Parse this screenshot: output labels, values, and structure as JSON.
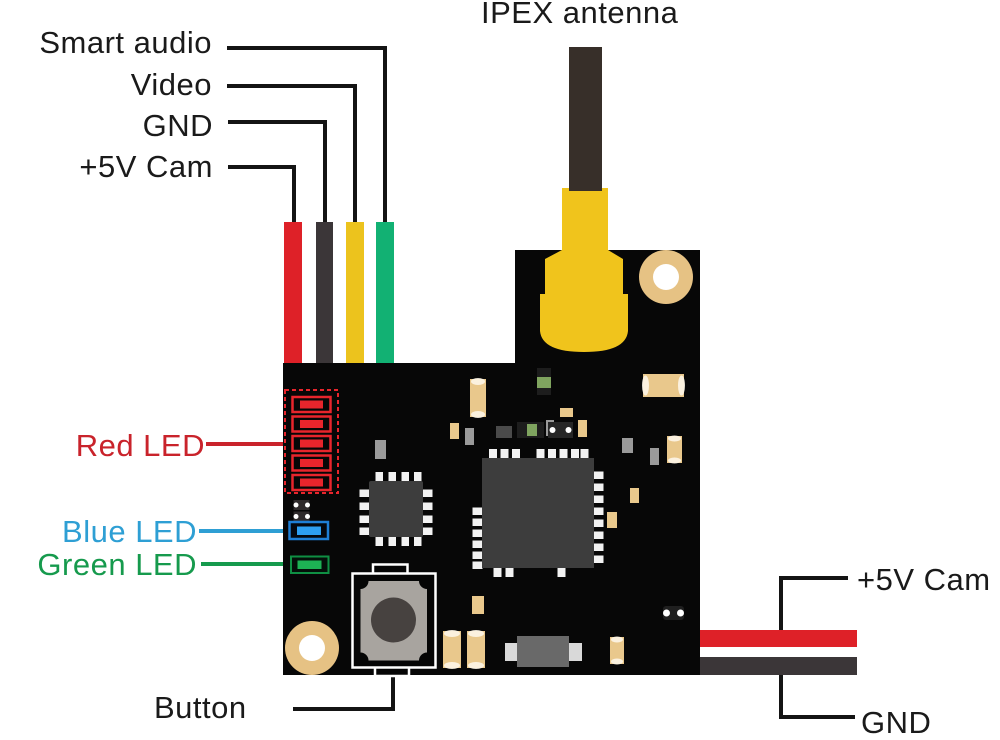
{
  "title": "FPV video transmitter board pinout diagram",
  "labels": {
    "smart_audio": "Smart audio",
    "video": "Video",
    "gnd_top": "GND",
    "cam_5v_top": "+5V Cam",
    "ipex_antenna": "IPEX antenna",
    "red_led": "Red LED",
    "blue_led": "Blue LED",
    "green_led": "Green LED",
    "button": "Button",
    "cam_5v_right": "+5V Cam",
    "gnd_right": "GND"
  },
  "colors": {
    "label_text": "#1a1a1a",
    "red_text": "#c9232b",
    "blue_text": "#2e9fd4",
    "green_text": "#169a4d",
    "callout_line": "#141414",
    "wire_red": "#de2128",
    "wire_black": "#3b3638",
    "wire_yellow": "#ecc31d",
    "wire_green": "#12b173",
    "board_black": "#070707",
    "antenna_dark": "#372f29",
    "connector_yellow": "#f0c41c",
    "pad_gold": "#e6c284",
    "chip_gray": "#3d3d3d",
    "component_tan": "#e9c88c",
    "component_gray": "#9a9a9a",
    "button_gray": "#a8a49f",
    "button_core": "#474240",
    "led_red": "#e8252c",
    "led_blue": "#2d9ff2",
    "led_blue_border": "#1e7fd6",
    "led_green": "#1db254",
    "led_green_border": "#0f8f43",
    "crystal_body": "#696969",
    "crystal_pad": "#d9d9d9",
    "green_cap": "#7fa45f"
  },
  "wire_map": {
    "green_wire": "Smart audio",
    "yellow_wire": "Video",
    "black_wire": "GND",
    "red_wire": "+5V Cam"
  }
}
